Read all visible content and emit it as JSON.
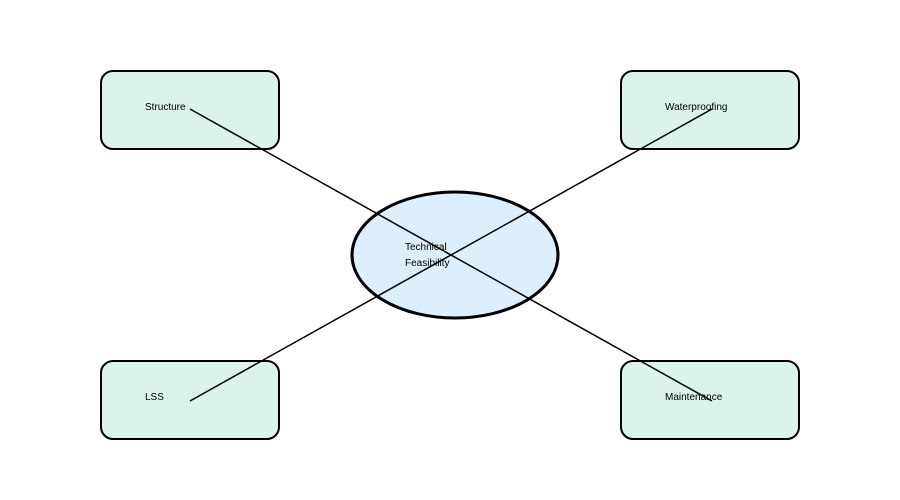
{
  "diagram": {
    "center": {
      "lines": [
        "Technical",
        "Feasibility"
      ],
      "fill": "#ddeefc",
      "stroke": "#000000"
    },
    "nodes": [
      {
        "id": "structure",
        "label": "Structure"
      },
      {
        "id": "waterproofing",
        "label": "Waterproofing"
      },
      {
        "id": "lss",
        "label": "LSS"
      },
      {
        "id": "maintenance",
        "label": "Maintenance"
      }
    ],
    "node_fill": "#dcf3e9",
    "node_stroke": "#000000",
    "edges": [
      {
        "from": "structure",
        "to": "maintenance"
      },
      {
        "from": "waterproofing",
        "to": "lss"
      }
    ]
  }
}
